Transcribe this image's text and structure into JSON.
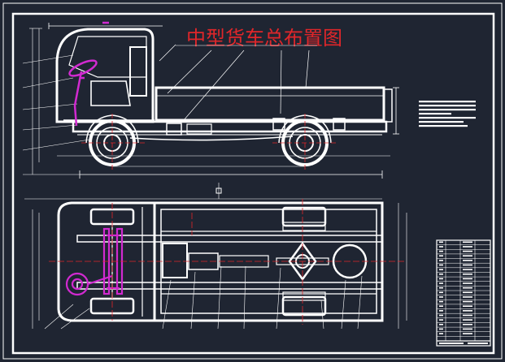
{
  "drawing": {
    "title": "中型货车总布置图",
    "title_color": "#e0262a",
    "background": "#1f2532",
    "line_color": "#ffffff",
    "accent_magenta": "#d12ad0",
    "accent_red": "#e0262a",
    "views": [
      "side-elevation",
      "top-plan"
    ],
    "notes_block": "technical-notes",
    "parts_table_rows": 22
  }
}
